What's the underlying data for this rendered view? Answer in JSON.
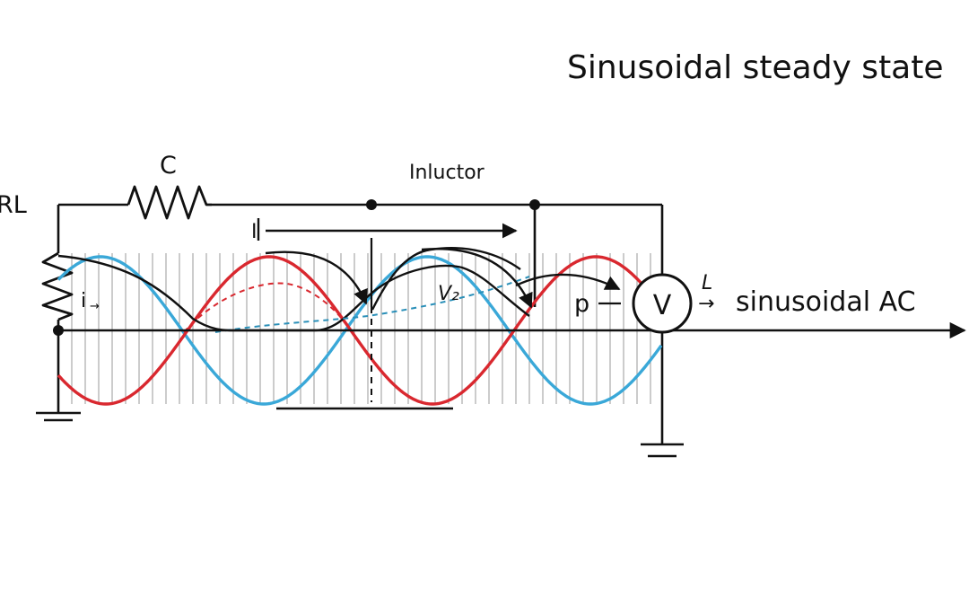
{
  "title": "Sinusoidal steady state",
  "labels": {
    "rl": "RL",
    "c": "C",
    "inductor": "Inluctor",
    "i_marker": "I",
    "i_resistor": "i",
    "i_resistor_sub": "→",
    "half": "V₂",
    "p": "p",
    "l": "L",
    "l_arrow": "→",
    "sinusoidal_ac": "sinusoidal AC",
    "voltmeter": "V"
  },
  "colors": {
    "voltage_wave": "#3aa8d8",
    "current_wave": "#d9282f",
    "power_wave": "#111111",
    "wire": "#111111",
    "grid": "#9a9a9a",
    "dashed_blue": "#2a8fb8",
    "dashed_red": "#d9282f"
  },
  "icons": {
    "resistor_top": "resistor-zigzag-icon",
    "resistor_left": "resistor-zigzag-icon",
    "ground_left": "ground-icon",
    "ground_right": "ground-icon",
    "voltmeter": "voltmeter-icon"
  }
}
